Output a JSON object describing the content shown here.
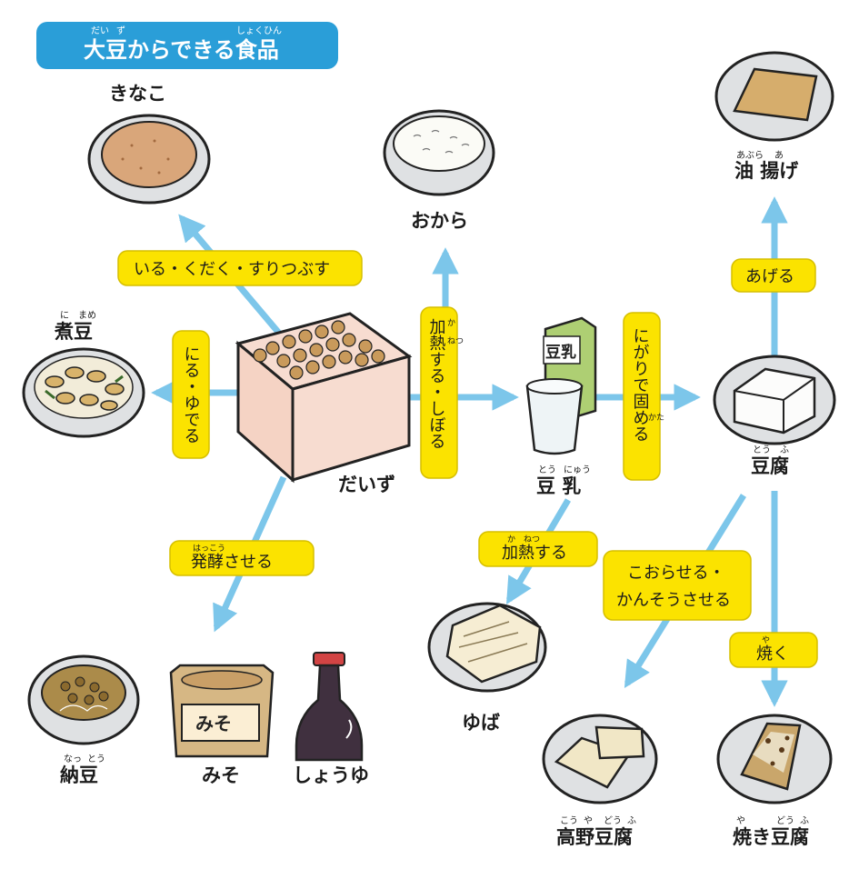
{
  "title": {
    "ruby": [
      "だい",
      "ず",
      "しょくひん"
    ],
    "text": "大豆からできる食品"
  },
  "colors": {
    "arrow": "#7cc6ea",
    "title_bg": "#2a9ed8",
    "process_bg": "#fbe300",
    "process_border": "#d6bf00"
  },
  "center": {
    "label": "だいず"
  },
  "foods": {
    "kinako": {
      "label": "きなこ"
    },
    "okara": {
      "label": "おから"
    },
    "aburaage": {
      "label": "油 揚げ",
      "ruby": [
        "あぶら",
        "あ"
      ]
    },
    "nimame": {
      "label": "煮豆",
      "ruby": [
        "に",
        "まめ"
      ]
    },
    "tounyuu": {
      "label": "豆 乳",
      "ruby": [
        "とう",
        "にゅう"
      ],
      "carton_label": "豆乳"
    },
    "tofu": {
      "label": "豆腐",
      "ruby": [
        "とう",
        "ふ"
      ]
    },
    "yuba": {
      "label": "ゆば"
    },
    "natto": {
      "label": "納豆",
      "ruby": [
        "なっ",
        "とう"
      ]
    },
    "miso": {
      "label": "みそ",
      "box_label": "みそ"
    },
    "shoyu": {
      "label": "しょうゆ"
    },
    "koyadofu": {
      "label": "高野豆腐",
      "ruby": [
        "こう",
        "や",
        "どう",
        "ふ"
      ]
    },
    "yakidofu": {
      "label": "焼き豆腐",
      "ruby": [
        "や",
        "どう",
        "ふ"
      ]
    }
  },
  "processes": {
    "iru": {
      "text": "いる・くだく・すりつぶす"
    },
    "niru": {
      "text": "にる・ゆでる"
    },
    "kanetsu_shiboru": {
      "text": "加熱する・しぼる",
      "ruby": [
        "か",
        "ねつ"
      ]
    },
    "nigari": {
      "text": "にがりで固める",
      "ruby": [
        "かた"
      ]
    },
    "ageru": {
      "text": "あげる"
    },
    "hakkou": {
      "text": "発酵させる",
      "ruby": [
        "はっこう"
      ]
    },
    "kanetsu": {
      "text": "加熱する",
      "ruby": [
        "か",
        "ねつ"
      ]
    },
    "koraseru": {
      "line1": "こおらせる・",
      "line2": "かんそうさせる"
    },
    "yaku": {
      "text": "焼く",
      "ruby": [
        "や"
      ]
    }
  }
}
